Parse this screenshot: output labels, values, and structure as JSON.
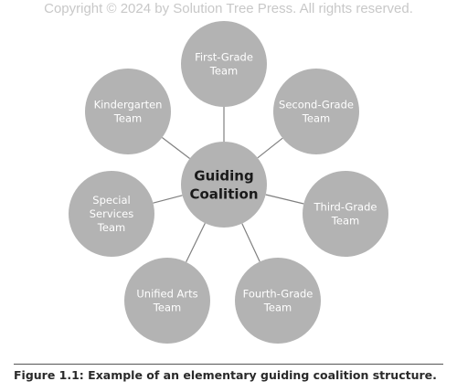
{
  "copyright": "Copyright © 2024 by Solution Tree Press. All rights reserved.",
  "center": {
    "lines": [
      "Guiding",
      "Coalition"
    ]
  },
  "nodes": [
    {
      "id": "first-grade",
      "lines": [
        "First-Grade",
        "Team"
      ]
    },
    {
      "id": "second-grade",
      "lines": [
        "Second-Grade",
        "Team"
      ]
    },
    {
      "id": "third-grade",
      "lines": [
        "Third-Grade",
        "Team"
      ]
    },
    {
      "id": "fourth-grade",
      "lines": [
        "Fourth-Grade",
        "Team"
      ]
    },
    {
      "id": "unified-arts",
      "lines": [
        "Unified Arts",
        "Team"
      ]
    },
    {
      "id": "special-services",
      "lines": [
        "Special",
        "Services",
        "Team"
      ]
    },
    {
      "id": "kindergarten",
      "lines": [
        "Kindergarten",
        "Team"
      ]
    }
  ],
  "caption": "Figure 1.1: Example of an elementary guiding coalition structure.",
  "colors": {
    "circle": "#b3b3b3",
    "line": "#808080",
    "center_text": "#1a1a1a",
    "node_text": "#ffffff"
  }
}
